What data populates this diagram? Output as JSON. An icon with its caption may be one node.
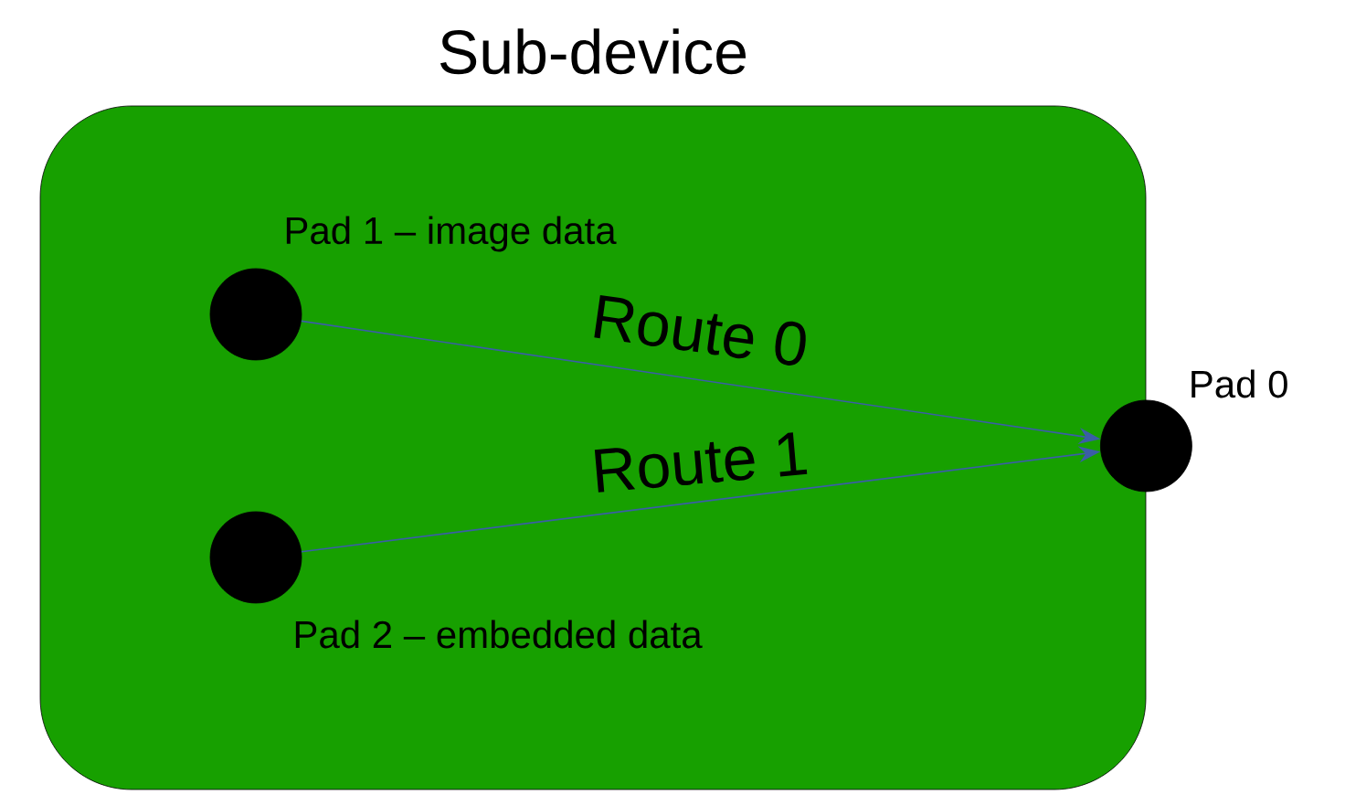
{
  "diagram": {
    "nodes": [
      {
        "text": [
          "Sub-device"
        ]
      },
      {
        "text": [],
        "shape": "circle",
        "in": 0,
        "beside": [
          "Pad 1 – image data"
        ]
      },
      {
        "text": [],
        "shape": "circle",
        "in": 0,
        "beside": [
          "Pad 2 – embedded data"
        ]
      },
      {
        "text": [],
        "shape": "circle",
        "beside": [
          "Pad 0"
        ]
      }
    ],
    "edges": [
      {
        "from": 1,
        "to": 3,
        "arrow": "to",
        "label": "Route 0",
        "color": "#3b5ea6"
      },
      {
        "from": 2,
        "to": 3,
        "arrow": "to",
        "label": "Route 1",
        "color": "#3b5ea6"
      }
    ]
  }
}
